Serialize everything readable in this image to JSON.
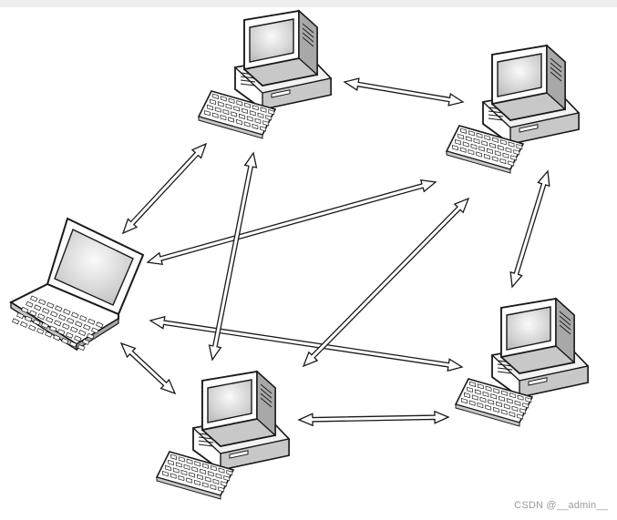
{
  "diagram": {
    "nodes": [
      {
        "id": "laptop",
        "kind": "laptop",
        "icon": "laptop-icon"
      },
      {
        "id": "pc-top",
        "kind": "desktop",
        "icon": "desktop-computer-icon"
      },
      {
        "id": "pc-right-top",
        "kind": "desktop",
        "icon": "desktop-computer-icon"
      },
      {
        "id": "pc-right-bottom",
        "kind": "desktop",
        "icon": "desktop-computer-icon"
      },
      {
        "id": "pc-bottom",
        "kind": "desktop",
        "icon": "desktop-computer-icon"
      }
    ],
    "connections": [
      {
        "from": "pc-top",
        "to": "pc-right-top",
        "style": "double-arrow"
      },
      {
        "from": "laptop",
        "to": "pc-top",
        "style": "double-arrow"
      },
      {
        "from": "laptop",
        "to": "pc-right-top",
        "style": "double-arrow"
      },
      {
        "from": "laptop",
        "to": "pc-right-bottom",
        "style": "double-arrow"
      },
      {
        "from": "laptop",
        "to": "pc-bottom",
        "style": "double-arrow"
      },
      {
        "from": "pc-top",
        "to": "pc-bottom",
        "style": "double-arrow"
      },
      {
        "from": "pc-right-top",
        "to": "pc-right-bottom",
        "style": "double-arrow"
      },
      {
        "from": "pc-right-top",
        "to": "pc-bottom",
        "style": "double-arrow"
      },
      {
        "from": "pc-bottom",
        "to": "pc-right-bottom",
        "style": "double-arrow"
      }
    ]
  },
  "colors": {
    "outline": "#1a1a1a",
    "screen": "#e2e2e2",
    "body": "#ffffff",
    "shade": "#c8c8c8",
    "arrow_fill": "#ffffff"
  },
  "watermark": "CSDN @__admin__"
}
